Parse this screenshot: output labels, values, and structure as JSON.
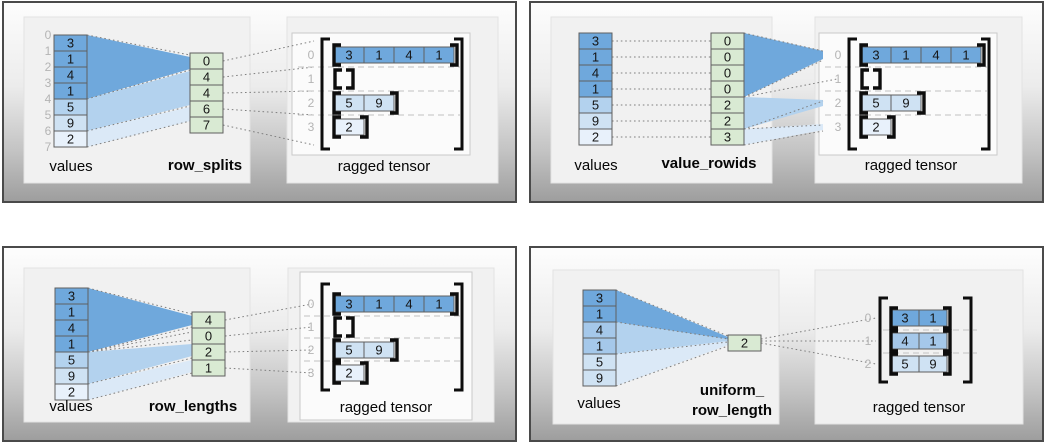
{
  "colors": {
    "dark_blue": "#6fa8dc",
    "mid_blue": "#a5c8ea",
    "light_blue": "#cfe2f3",
    "pale_blue": "#e8f1fb",
    "fan_mid": "#b3d2ee",
    "fan_light": "#dbe9f7",
    "green": "#d9ead3"
  },
  "panels": {
    "row_splits": {
      "values_label": "values",
      "method_label": "row_splits",
      "tensor_label": "ragged tensor",
      "value_indices": [
        "0",
        "1",
        "2",
        "3",
        "4",
        "5",
        "6",
        "7"
      ],
      "values": [
        "3",
        "1",
        "4",
        "1",
        "5",
        "9",
        "2"
      ],
      "value_colors": [
        "#6fa8dc",
        "#6fa8dc",
        "#6fa8dc",
        "#6fa8dc",
        "#b3d2ee",
        "#cfe2f3",
        "#e8f1fb"
      ],
      "method_cells": [
        "0",
        "4",
        "4",
        "6",
        "7"
      ],
      "row_indices": [
        "0",
        "1",
        "2",
        "3"
      ],
      "rows": [
        [
          "3",
          "1",
          "4",
          "1"
        ],
        [],
        [
          "5",
          "9"
        ],
        [
          "2"
        ]
      ],
      "row_colors": [
        "#6fa8dc",
        "",
        "#cfe2f3",
        "#e8f1fb"
      ]
    },
    "value_rowids": {
      "values_label": "values",
      "method_label": "value_rowids",
      "tensor_label": "ragged tensor",
      "values": [
        "3",
        "1",
        "4",
        "1",
        "5",
        "9",
        "2"
      ],
      "value_colors": [
        "#6fa8dc",
        "#6fa8dc",
        "#6fa8dc",
        "#6fa8dc",
        "#b3d2ee",
        "#cfe2f3",
        "#e8f1fb"
      ],
      "method_cells": [
        "0",
        "0",
        "0",
        "0",
        "2",
        "2",
        "3"
      ],
      "row_indices": [
        "0",
        "1",
        "2",
        "3"
      ],
      "rows": [
        [
          "3",
          "1",
          "4",
          "1"
        ],
        [],
        [
          "5",
          "9"
        ],
        [
          "2"
        ]
      ],
      "row_colors": [
        "#6fa8dc",
        "",
        "#cfe2f3",
        "#e8f1fb"
      ]
    },
    "row_lengths": {
      "values_label": "values",
      "method_label": "row_lengths",
      "tensor_label": "ragged tensor",
      "values": [
        "3",
        "1",
        "4",
        "1",
        "5",
        "9",
        "2"
      ],
      "value_colors": [
        "#6fa8dc",
        "#6fa8dc",
        "#6fa8dc",
        "#6fa8dc",
        "#b3d2ee",
        "#cfe2f3",
        "#e8f1fb"
      ],
      "method_cells": [
        "4",
        "0",
        "2",
        "1"
      ],
      "row_indices": [
        "0",
        "1",
        "2",
        "3"
      ],
      "rows": [
        [
          "3",
          "1",
          "4",
          "1"
        ],
        [],
        [
          "5",
          "9"
        ],
        [
          "2"
        ]
      ],
      "row_colors": [
        "#6fa8dc",
        "",
        "#cfe2f3",
        "#e8f1fb"
      ]
    },
    "uniform_row_length": {
      "values_label": "values",
      "method_label_line1": "uniform_",
      "method_label_line2": "row_length",
      "tensor_label": "ragged tensor",
      "values": [
        "3",
        "1",
        "4",
        "1",
        "5",
        "9"
      ],
      "value_colors": [
        "#6fa8dc",
        "#6fa8dc",
        "#a5c8ea",
        "#a5c8ea",
        "#cfe2f3",
        "#cfe2f3"
      ],
      "method_cells": [
        "2"
      ],
      "row_indices": [
        "0",
        "1",
        "2"
      ],
      "rows": [
        [
          "3",
          "1"
        ],
        [
          "4",
          "1"
        ],
        [
          "5",
          "9"
        ]
      ],
      "row_colors": [
        "#6fa8dc",
        "#a5c8ea",
        "#cfe2f3"
      ]
    }
  }
}
